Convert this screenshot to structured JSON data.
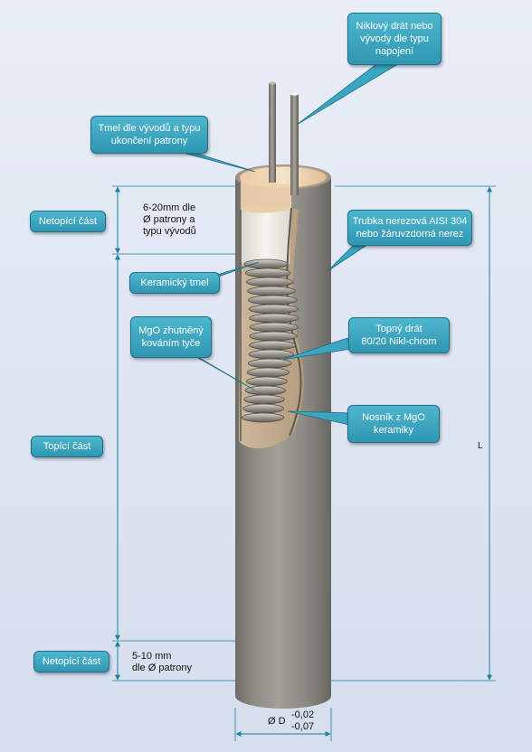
{
  "callouts": {
    "nickel_wire": "Niklový drát nebo\nvývody dle typu\nnapojení",
    "cement_leads": "Tmel dle vývodů a typu\nukončení patrony",
    "unheated_top": "Netopící část",
    "steel_tube": "Trubka nerezová AISI 304\nnebo žáruvzdorná nerez",
    "ceramic_cement": "Keramický tmel",
    "mgo_compacted": "MgO zhutněný\nkováním tyče",
    "heating_wire": "Topný drát\n80/20 Nikl-chrom",
    "heated_part": "Topící část",
    "mgo_carrier": "Nosník z MgO\nkeramiky",
    "unheated_bottom": "Netopící část"
  },
  "dimensions": {
    "top_length": "6-20mm dle\nØ patrony a\ntypu vývodů",
    "bottom_length": "5-10 mm\ndle Ø patrony",
    "total_length_symbol": "L",
    "diameter_symbol": "Ø D",
    "tolerance_upper": "-0,02",
    "tolerance_lower": "-0,07"
  },
  "colors": {
    "callout_fill": "#3aa7c2",
    "tube": "#8f8b84",
    "ceramic_cap": "#f3dcc0",
    "ceramic_tmel": "#f2efe8",
    "coil": "#b9b6ae",
    "dimension_line": "#1a7fa0"
  }
}
